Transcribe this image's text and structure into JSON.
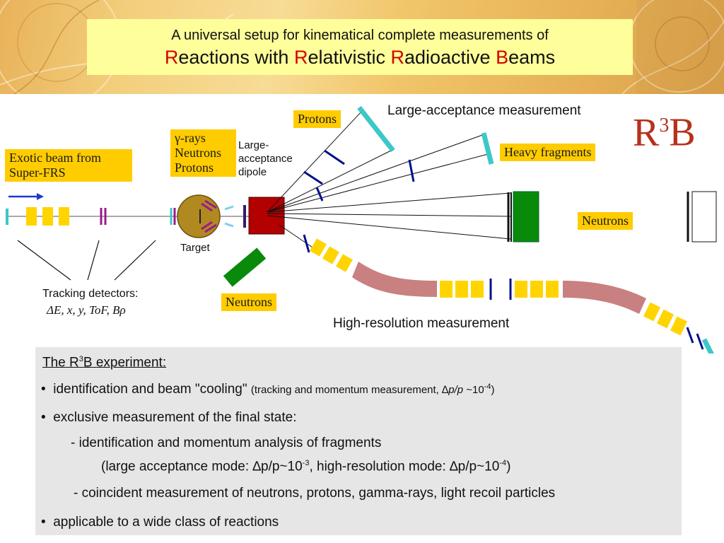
{
  "title": {
    "line1": "A universal setup for kinematical complete measurements of",
    "line2_parts": [
      {
        "text": "R",
        "red": true
      },
      {
        "text": "eactions with ",
        "red": false
      },
      {
        "text": "R",
        "red": true
      },
      {
        "text": "elativistic ",
        "red": false
      },
      {
        "text": "R",
        "red": true
      },
      {
        "text": "adioactive ",
        "red": false
      },
      {
        "text": "B",
        "red": true
      },
      {
        "text": "eams",
        "red": false
      }
    ]
  },
  "logo": {
    "text": "R",
    "sup": "3",
    "text2": "B",
    "color": "#b5321d"
  },
  "labels": {
    "exotic_beam": "Exotic beam from Super-FRS",
    "gamma_box": [
      "γ-rays",
      "Neutrons",
      "Protons"
    ],
    "dipole": [
      "Large-",
      "acceptance",
      "dipole"
    ],
    "target": "Target",
    "protons": "Protons",
    "large_acceptance": "Large-acceptance measurement",
    "heavy_fragments": "Heavy fragments",
    "neutrons_right": "Neutrons",
    "neutrons_bottom": "Neutrons",
    "tracking": "Tracking detectors:",
    "tracking_vars": "ΔE, x, y, ToF, Bρ",
    "high_resolution": "High-resolution measurement"
  },
  "colors": {
    "label_bg": "#ffcc00",
    "magnet": "#b30000",
    "neutron_detector": "#0a8a0a",
    "cyan": "#3cc8c8",
    "navy": "#00108c",
    "pink_magnet": "#c98080",
    "info_bg": "#e6e6e6"
  },
  "info": {
    "heading_pre": "The R",
    "heading_sup": "3",
    "heading_post": "B experiment:",
    "bullet1_main": "identification and beam \"cooling\"",
    "bullet1_small_a": "(tracking and momentum measurement, ",
    "bullet1_small_b": "∆p/p",
    "bullet1_small_c": " ~10",
    "bullet1_small_sup": "-4",
    "bullet1_small_d": ")",
    "bullet2": "exclusive measurement of the final state:",
    "sub1": "-  identification and momentum analysis of fragments",
    "sub1b_a": "(large acceptance mode: ∆p/p~10",
    "sub1b_sup1": "-3",
    "sub1b_b": ", high-resolution mode: ∆p/p~10",
    "sub1b_sup2": "-4",
    "sub1b_c": ")",
    "sub2": "- coincident measurement of neutrons, protons, gamma-rays, light recoil particles",
    "bullet3": "applicable to a wide class of reactions",
    "bullet_char": "•"
  }
}
